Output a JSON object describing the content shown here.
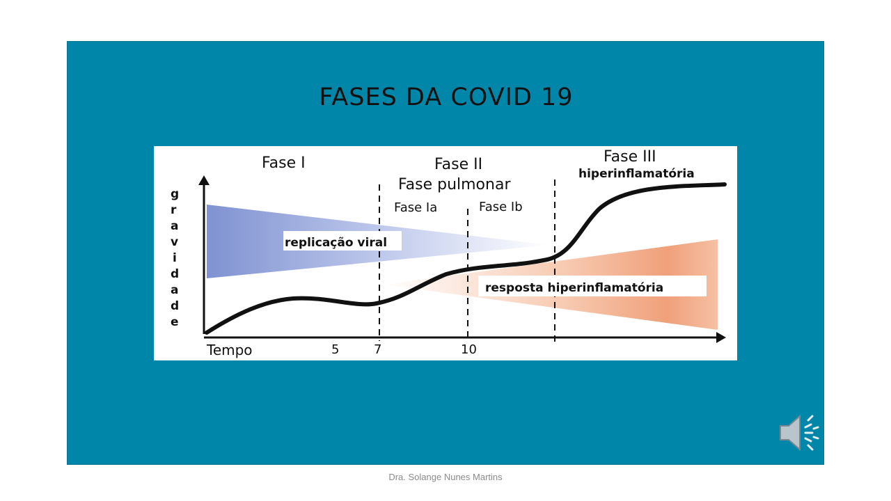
{
  "slide": {
    "title": "FASES DA COVID 19",
    "footer": "Dra. Solange Nunes Martins",
    "background_color": "#0086a8"
  },
  "diagram": {
    "phases": {
      "phase1": "Fase I",
      "phase2_line1": "Fase II",
      "phase2_line2": "Fase pulmonar",
      "phase2a": "Fase Ia",
      "phase2b": "Fase Ib",
      "phase3_line1": "Fase III",
      "phase3_line2": "hiperinflamatória"
    },
    "y_axis_letters": [
      "g",
      "r",
      "a",
      "v",
      "i",
      "d",
      "a",
      "d",
      "e"
    ],
    "x_axis_label": "Tempo",
    "x_ticks": [
      "5",
      "7",
      "10"
    ],
    "viral_label": "replicação viral",
    "inflammatory_label": "resposta hiperinflamatória",
    "colors": {
      "viral": "#8fa1d8",
      "inflammatory": "#f0a782"
    }
  },
  "audio": {
    "icon": "speaker-icon"
  }
}
